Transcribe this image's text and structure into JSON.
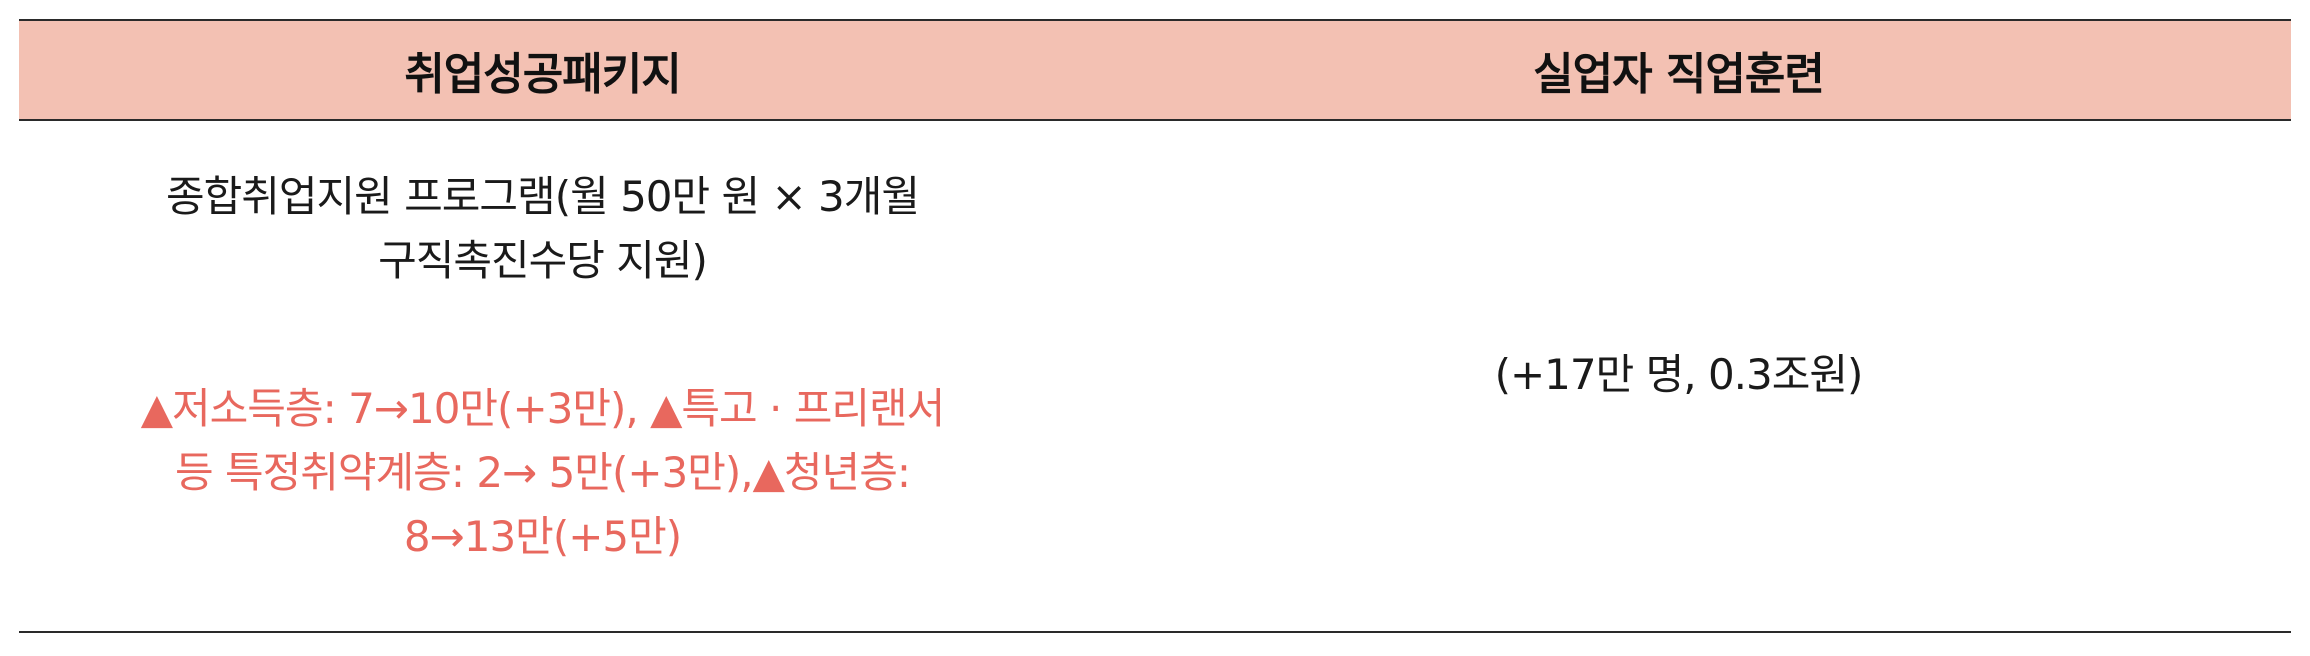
{
  "header": {
    "left": "취업성공패키지",
    "right": "실업자 직업훈련"
  },
  "left_column": {
    "main_lines": [
      "종합취업지원 프로그램(월 50만 원 × 3개월",
      "구직촉진수당 지원)"
    ],
    "highlight_lines": [
      "▲저소득층: 7→10만(+3만), ▲특고 · 프리랜서",
      "등 특정취약계층: 2→ 5만(+3만),▲청년층:",
      "8→13만(+5만)"
    ]
  },
  "right_column": {
    "text": "(+17만 명, 0.3조원)"
  },
  "colors": {
    "header_background": "#f3c1b3",
    "highlight_text": "#e8685e",
    "body_text": "#1a1a1a",
    "rule": "#2a2a2a"
  }
}
